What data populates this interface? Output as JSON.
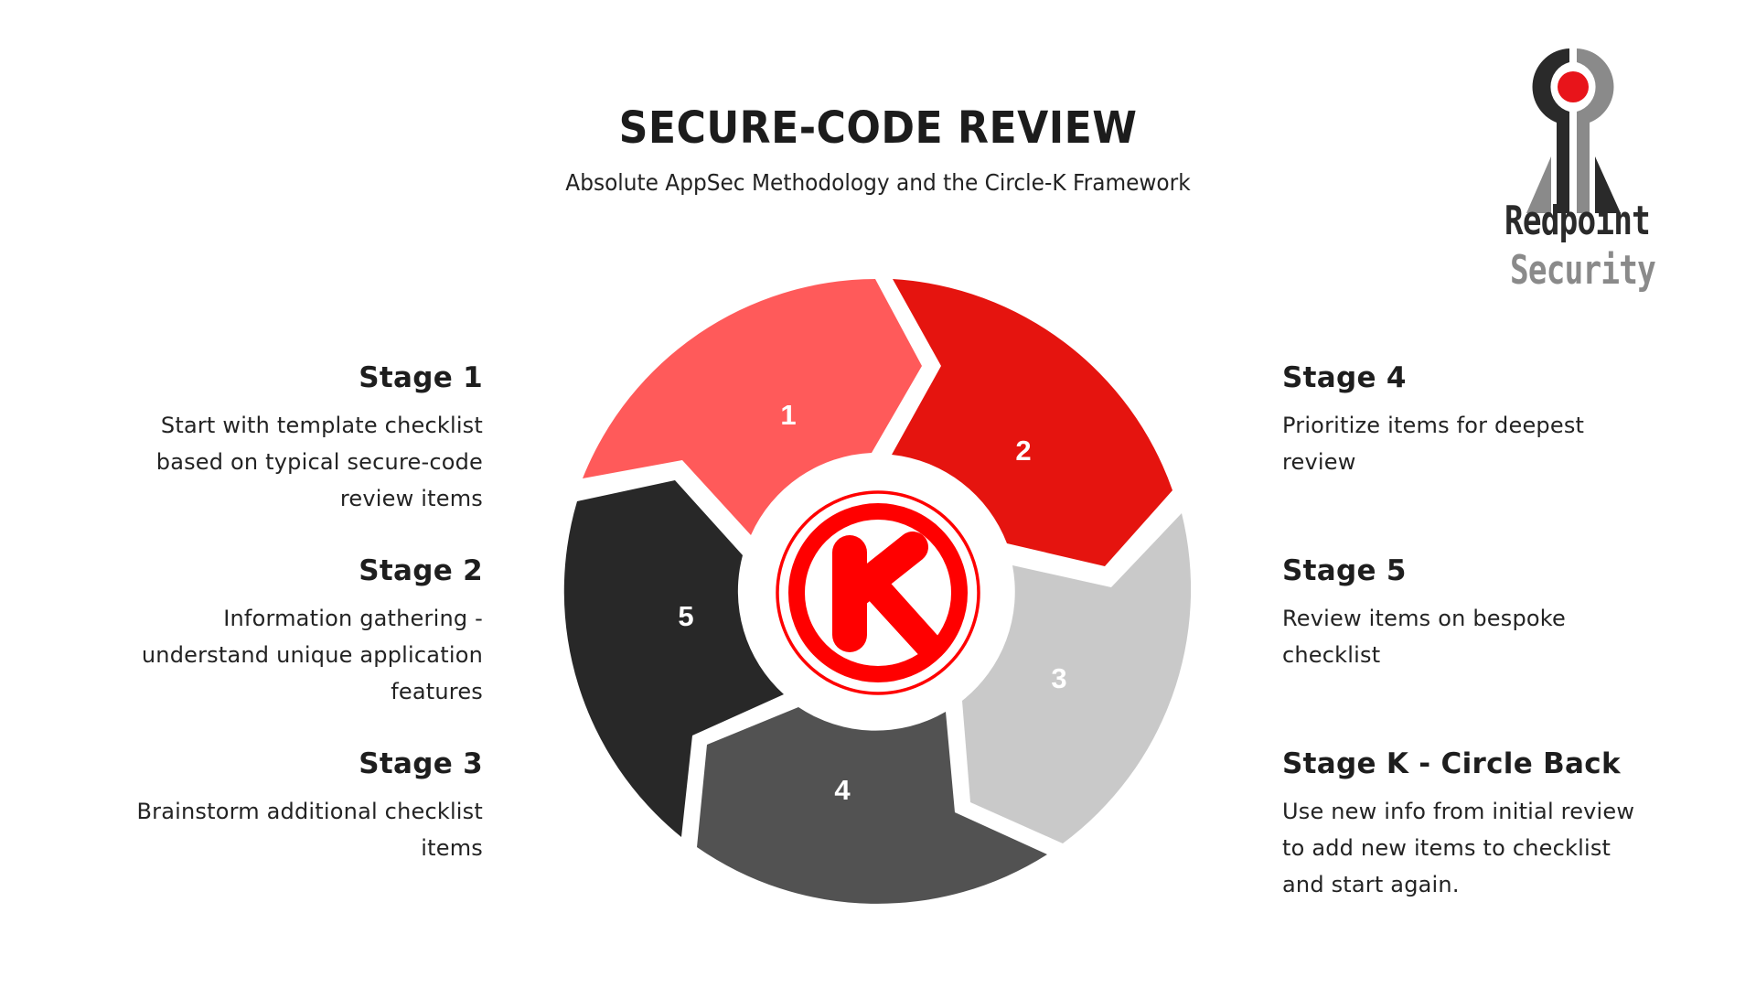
{
  "header": {
    "title": "SECURE-CODE REVIEW",
    "subtitle": "Absolute AppSec Methodology and the Circle-K Framework"
  },
  "logo": {
    "line1": "Redpoint",
    "line2": "Security",
    "icon": "keyhole-pin-icon",
    "colors": {
      "dark": "#2a2a2a",
      "gray": "#8a8a8a",
      "red": "#e8141a"
    }
  },
  "stages_left": [
    {
      "heading": "Stage 1",
      "body": "Start with template checklist\nbased on typical secure-code\nreview items"
    },
    {
      "heading": "Stage 2",
      "body": "Information gathering -\nunderstand unique application\nfeatures"
    },
    {
      "heading": "Stage 3",
      "body": "Brainstorm additional checklist\nitems"
    }
  ],
  "stages_right": [
    {
      "heading": "Stage 4",
      "body": "Prioritize items for deepest\nreview"
    },
    {
      "heading": "Stage 5",
      "body": "Review items on bespoke\nchecklist"
    },
    {
      "heading": "Stage K - Circle Back",
      "body": "Use new info from initial review\nto add new items to checklist\nand start again."
    }
  ],
  "wheel": {
    "center_icon": "circle-k-icon",
    "segments": [
      {
        "label": "1",
        "color": "#FF5A5A"
      },
      {
        "label": "2",
        "color": "#E5140F"
      },
      {
        "label": "3",
        "color": "#C9C9C9"
      },
      {
        "label": "4",
        "color": "#525252"
      },
      {
        "label": "5",
        "color": "#282828"
      }
    ],
    "center_color": "#FF0000"
  }
}
